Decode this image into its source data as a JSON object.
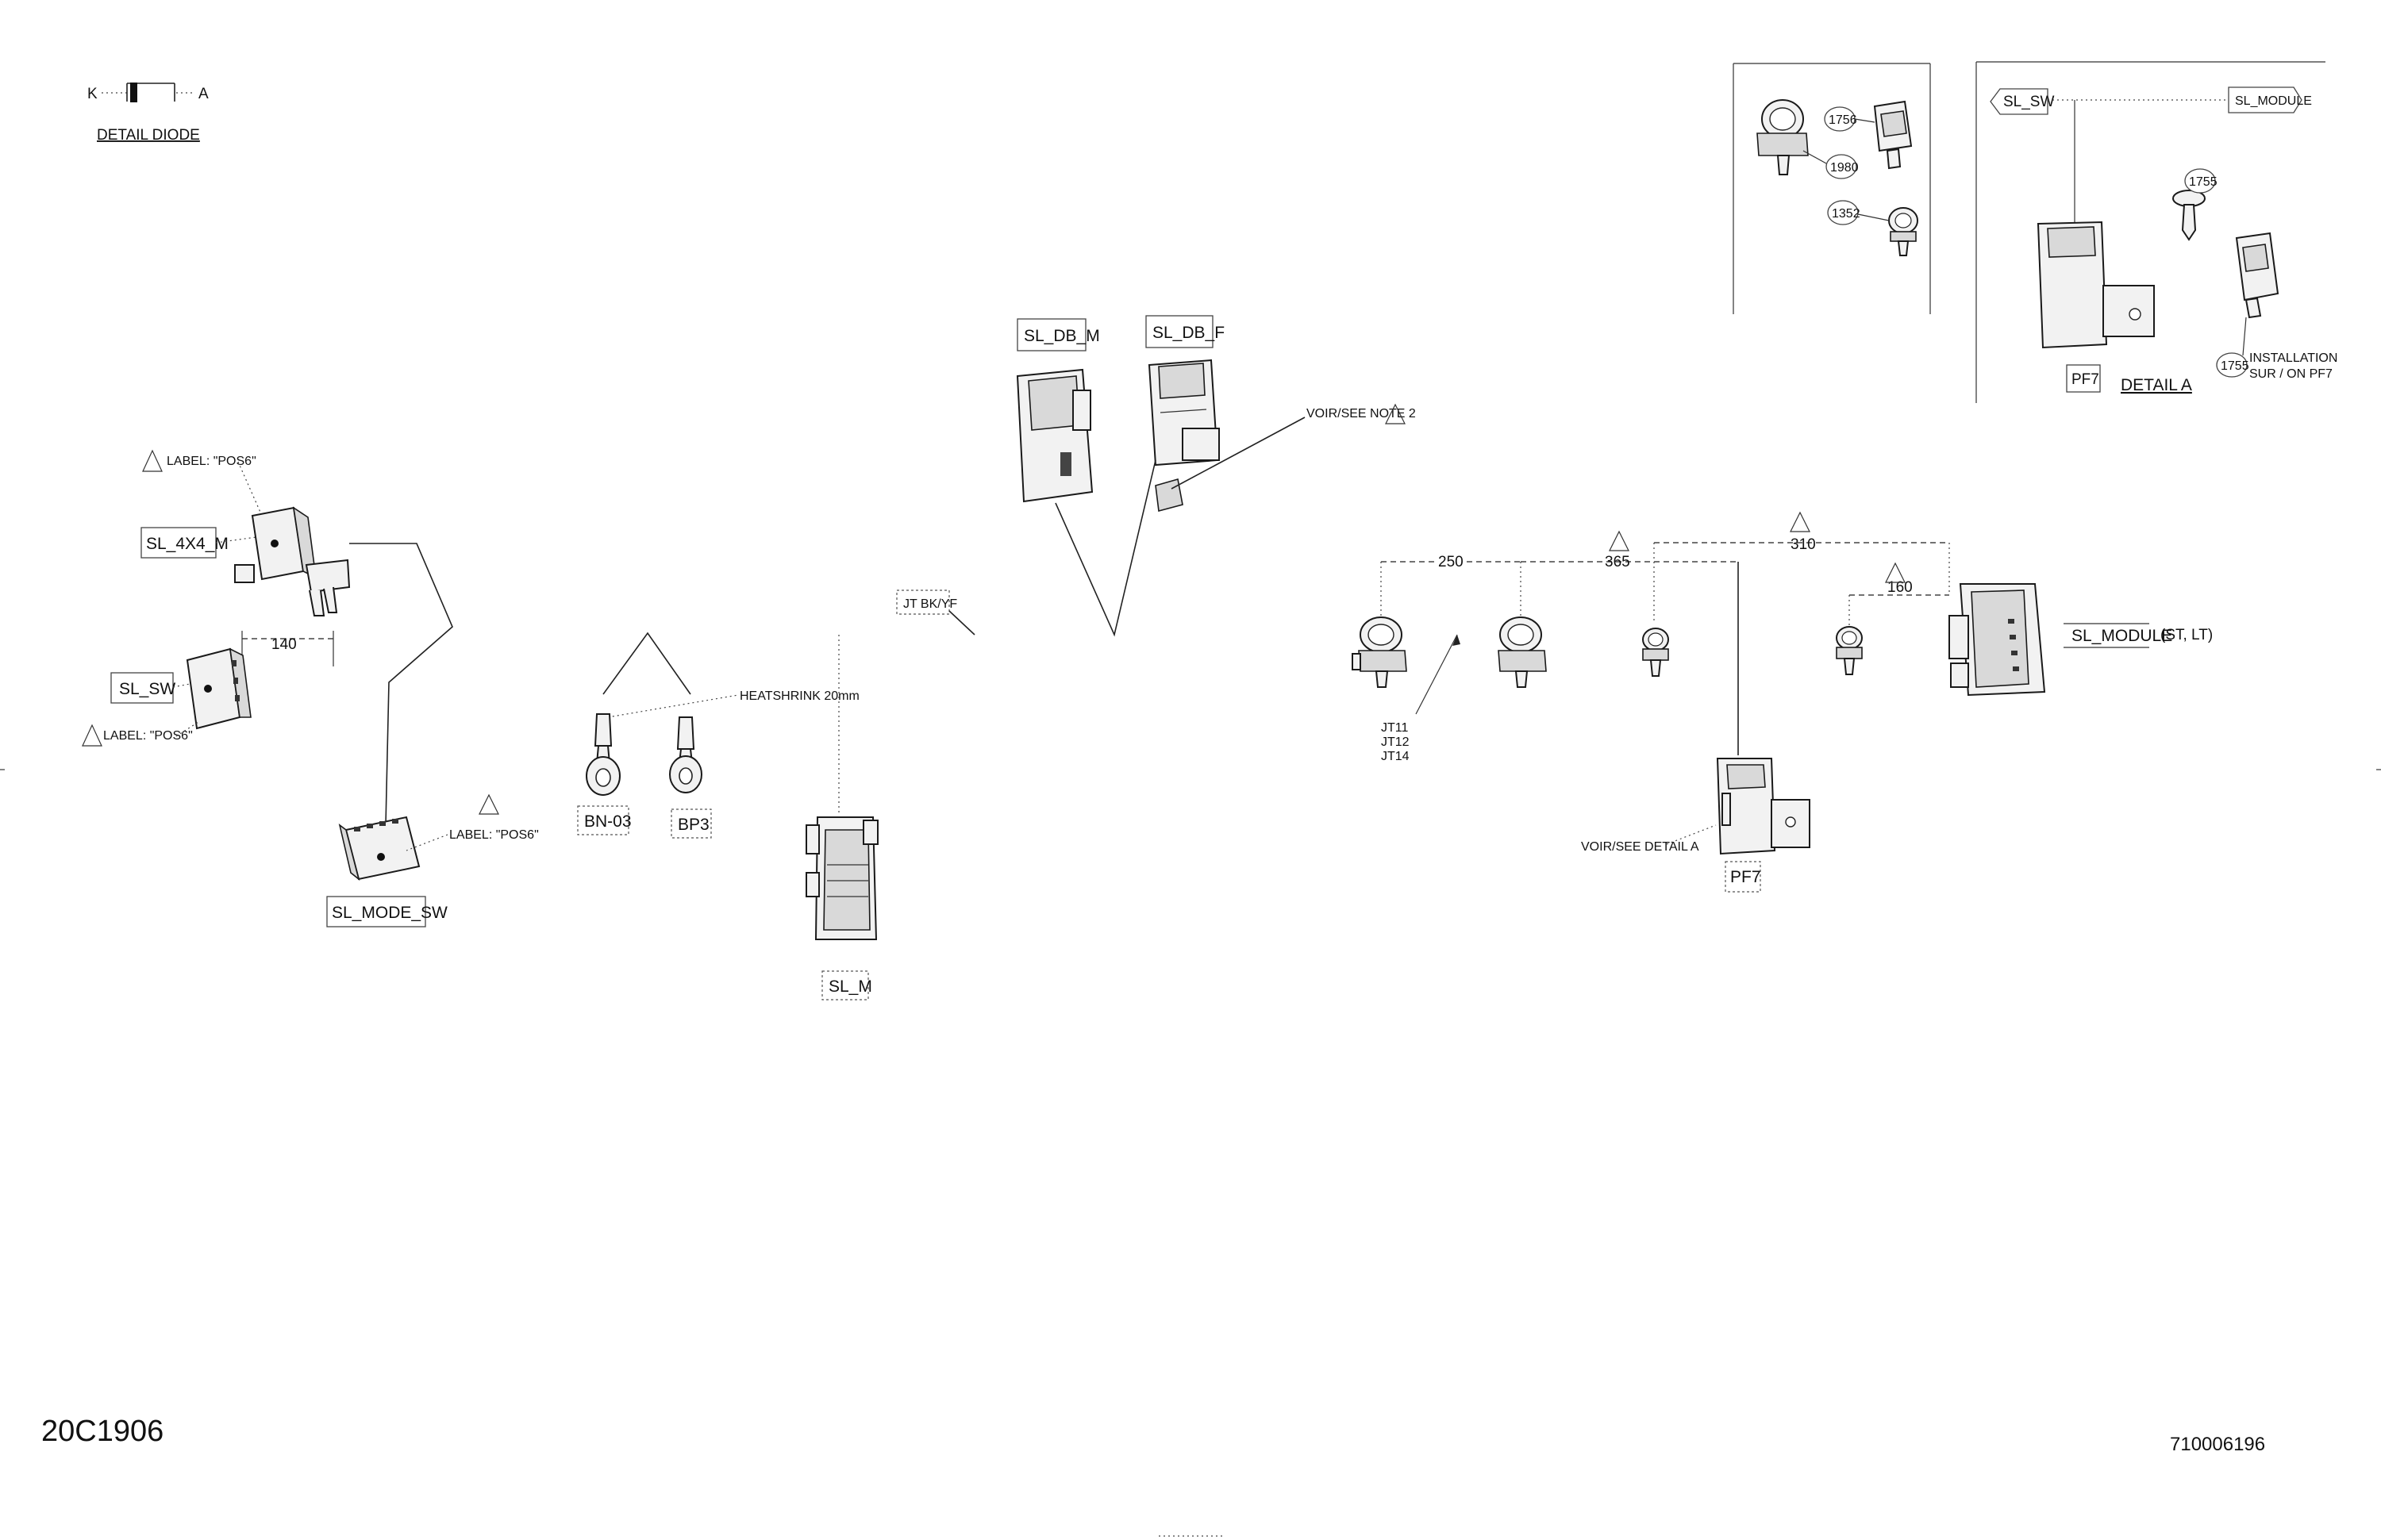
{
  "diode_detail": {
    "k": "K",
    "a": "A",
    "title": "DETAIL DIODE"
  },
  "labels": {
    "label_pos6_a": "LABEL: \"POS6\"",
    "label_pos6_b": "LABEL: \"POS6\"",
    "label_pos6_c": "LABEL: \"POS6\"",
    "heatshrink": "HEATSHRINK 20mm",
    "jt_bkyf": "JT BK/YF",
    "voir_note2": "VOIR/SEE NOTE 2",
    "voir_detail_a": "VOIR/SEE DETAIL A",
    "installation_1": "INSTALLATION",
    "installation_2": "SUR / ON PF7",
    "module_suffix": "(ST, LT)"
  },
  "connectors": {
    "sl_4x4_m": "SL_4X4_M",
    "sl_sw": "SL_SW",
    "sl_mode_sw": "SL_MODE_SW",
    "bn_03": "BN-03",
    "bp3": "BP3",
    "sl_m": "SL_M",
    "sl_db_m": "SL_DB_M",
    "sl_db_f": "SL_DB_F",
    "pf7": "PF7",
    "sl_module": "SL_MODULE",
    "detail_sl_sw": "SL_SW",
    "detail_sl_module": "SL_MODULE",
    "detail_pf7": "PF7"
  },
  "junctions": [
    "JT11",
    "JT12",
    "JT14"
  ],
  "dimensions": {
    "d140": "140",
    "d250": "250",
    "d365": "365",
    "d310": "310",
    "d160": "160"
  },
  "note_flag": "2",
  "callouts": [
    "1756",
    "1980",
    "1352",
    "1755",
    "1755"
  ],
  "detail_a_title": "DETAIL A",
  "drawing_number": "20C1906",
  "part_number": "710006196"
}
